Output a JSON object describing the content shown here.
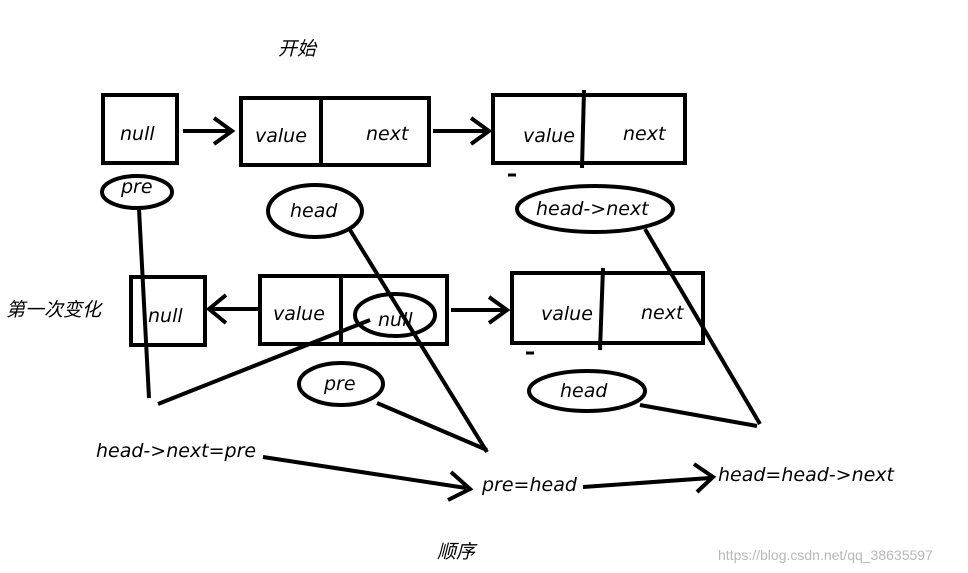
{
  "headings": {
    "start": "开始",
    "first_change": "第一次变化",
    "order": "顺序"
  },
  "row1": {
    "null_node": "null",
    "node1_value": "value",
    "node1_next": "next",
    "node2_value": "value",
    "node2_next": "next",
    "pre_oval": "pre",
    "head_oval": "head",
    "headnext_oval": "head->next"
  },
  "row2": {
    "null_node": "null",
    "node1_value": "value",
    "node1_null_oval": "null",
    "node2_value": "value",
    "node2_next": "next",
    "pre_oval": "pre",
    "head_oval": "head"
  },
  "steps": {
    "step1": "head->next=pre",
    "step2": "pre=head",
    "step3": "head=head->next"
  },
  "watermark": "https://blog.csdn.net/qq_38635597",
  "colors": {
    "ink": "#000000",
    "watermark": "#b8b8b8"
  }
}
